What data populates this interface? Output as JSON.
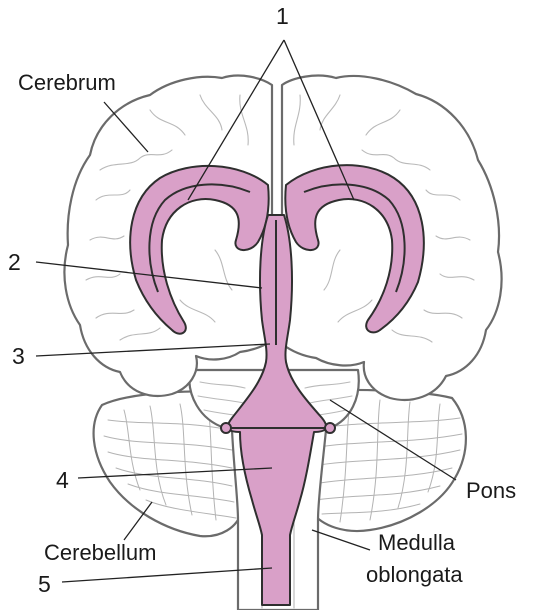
{
  "labels": {
    "cerebrum": "Cerebrum",
    "cerebellum": "Cerebellum",
    "pons": "Pons",
    "medulla_line1": "Medulla",
    "medulla_line2": "oblongata",
    "n1": "1",
    "n2": "2",
    "n3": "3",
    "n4": "4",
    "n5": "5"
  },
  "colors": {
    "ventricle_fill": "#d9a0c8",
    "outline": "#6b6b6b",
    "background": "#ffffff"
  }
}
